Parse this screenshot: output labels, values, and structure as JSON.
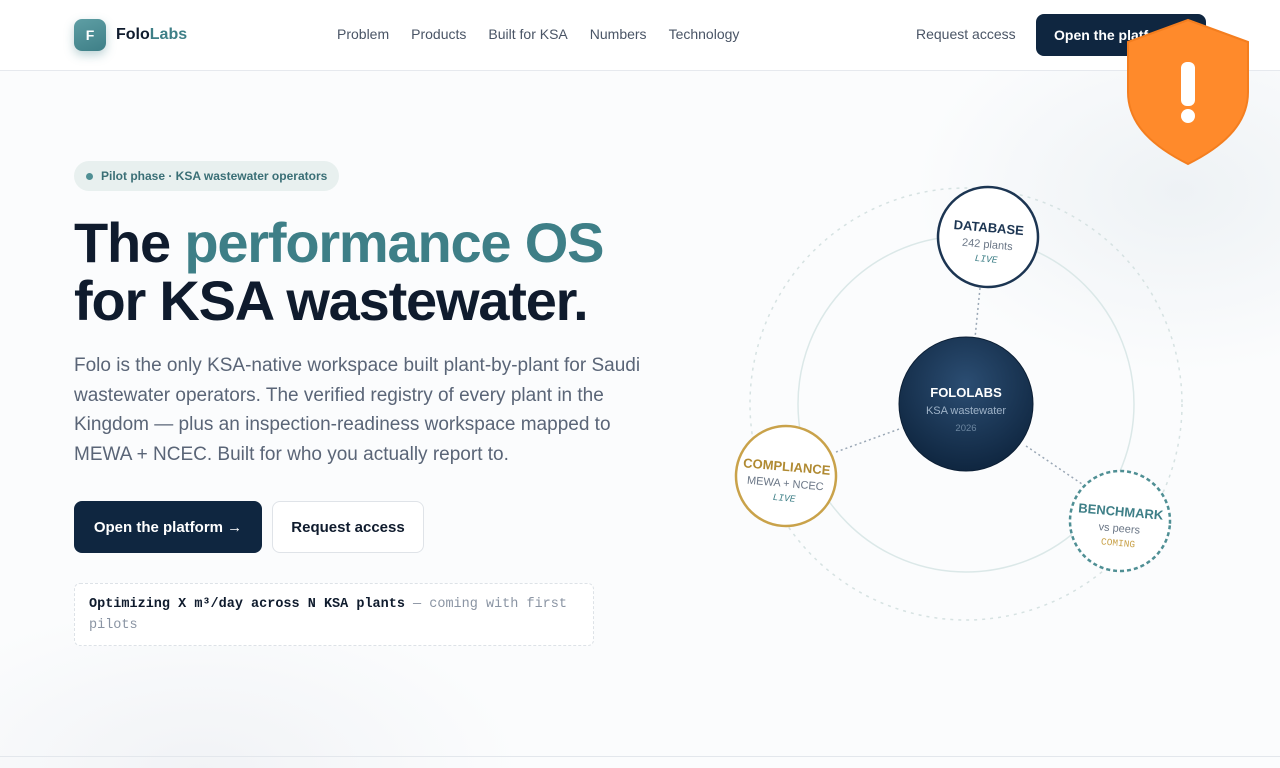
{
  "brand": {
    "mark": "F",
    "name_part1": "Folo",
    "name_part2": "Labs"
  },
  "nav": {
    "items": [
      "Problem",
      "Products",
      "Built for KSA",
      "Numbers",
      "Technology"
    ]
  },
  "header": {
    "request_label": "Request access",
    "open_label": "Open the platform →"
  },
  "hero": {
    "pill": "Pilot phase · KSA wastewater operators",
    "headline_part1": "The ",
    "headline_accent": "performance OS",
    "headline_line2": "for KSA wastewater.",
    "lead": "Folo is the only KSA-native workspace built plant-by-plant for Saudi wastewater operators. The verified registry of every plant in the Kingdom — plus an inspection-readiness workspace mapped to MEWA + NCEC. Built for who you actually report to.",
    "primary_cta": "Open the platform →",
    "secondary_cta": "Request access",
    "metric_strong": "Optimizing X m³/day across N KSA plants",
    "metric_rest": " — coming with first pilots"
  },
  "diagram": {
    "center": {
      "title": "FOLOLABS",
      "subtitle": "KSA wastewater",
      "year": "2026"
    },
    "nodes": [
      {
        "title": "DATABASE",
        "subtitle": "242 plants",
        "status": "LIVE"
      },
      {
        "title": "COMPLIANCE",
        "subtitle": "MEWA + NCEC",
        "status": "LIVE"
      },
      {
        "title": "BENCHMARK",
        "subtitle": "vs peers",
        "status": "COMING"
      }
    ]
  },
  "colors": {
    "navy": "#0f2640",
    "teal": "#3e7f87",
    "gold": "#c9a24a",
    "alert": "#ff8a2b"
  },
  "icons": {
    "alert": "shield-exclamation-icon"
  }
}
